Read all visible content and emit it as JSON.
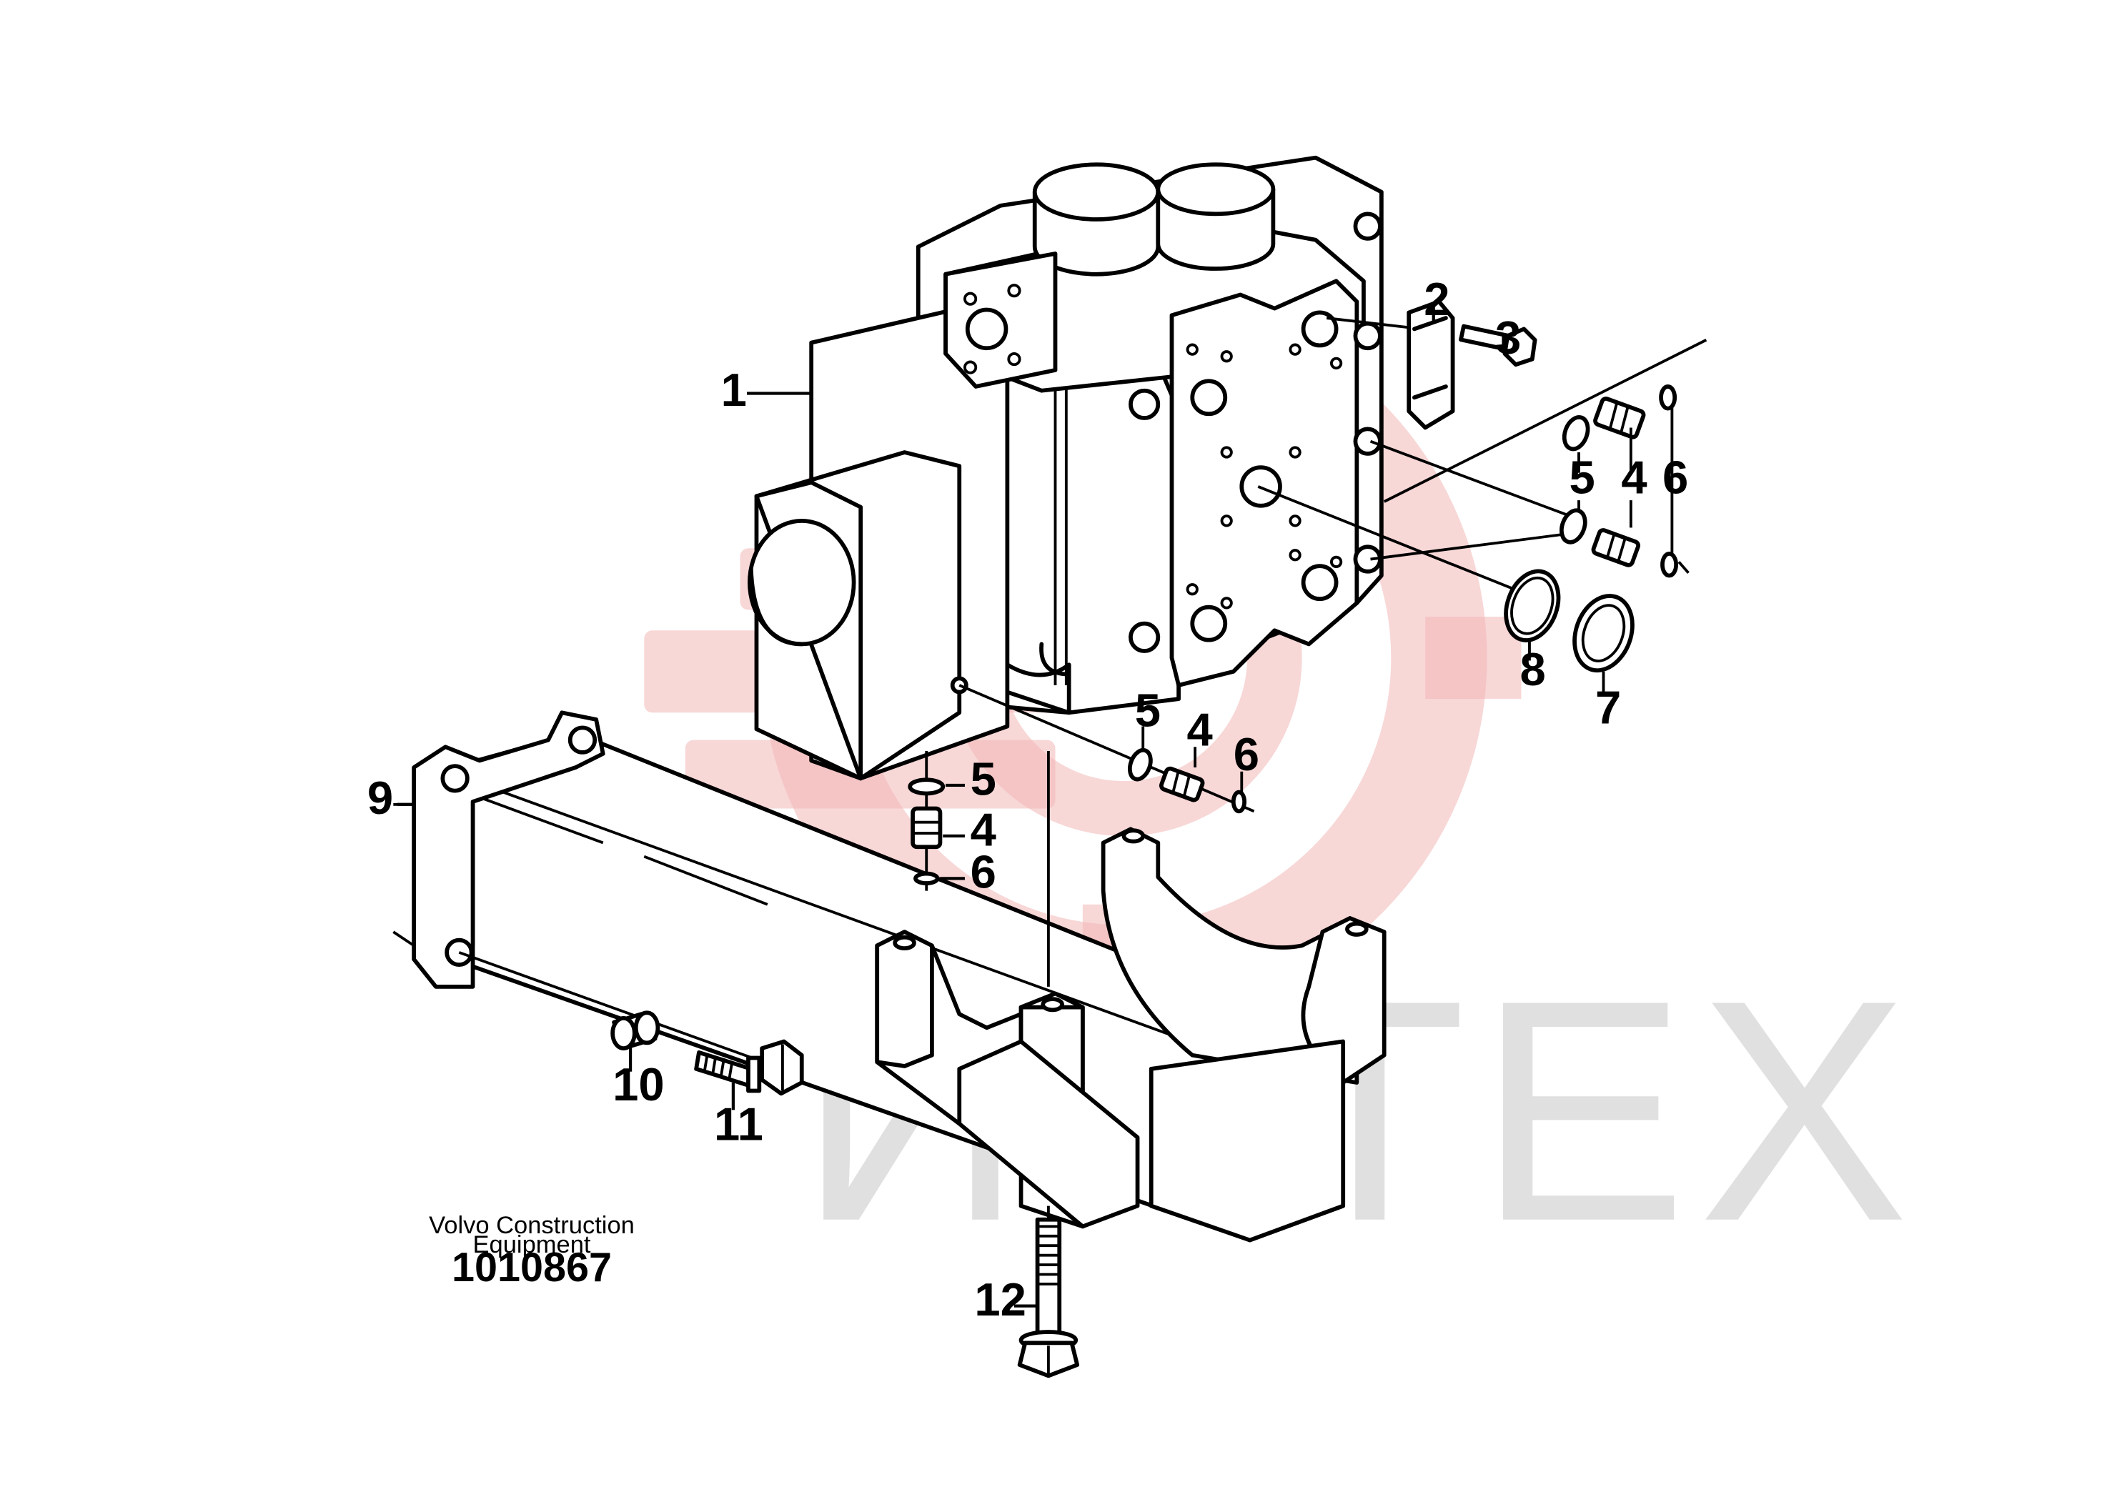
{
  "watermark": {
    "text": "ИНТЕХ",
    "gear_color": "#f3b7b7",
    "text_color": "#d6d6d6"
  },
  "caption": {
    "line1": "Volvo Construction",
    "line2": "Equipment",
    "number": "1010867"
  },
  "callouts": {
    "c1": "1",
    "c2": "2",
    "c3": "3",
    "c4a": "4",
    "c5a": "5",
    "c6a": "6",
    "c7": "7",
    "c8": "8",
    "c5b": "5",
    "c4b": "4",
    "c6b": "6",
    "c5c": "5",
    "c4c": "4",
    "c6c": "6",
    "c9": "9",
    "c10": "10",
    "c11": "11",
    "c12": "12"
  }
}
